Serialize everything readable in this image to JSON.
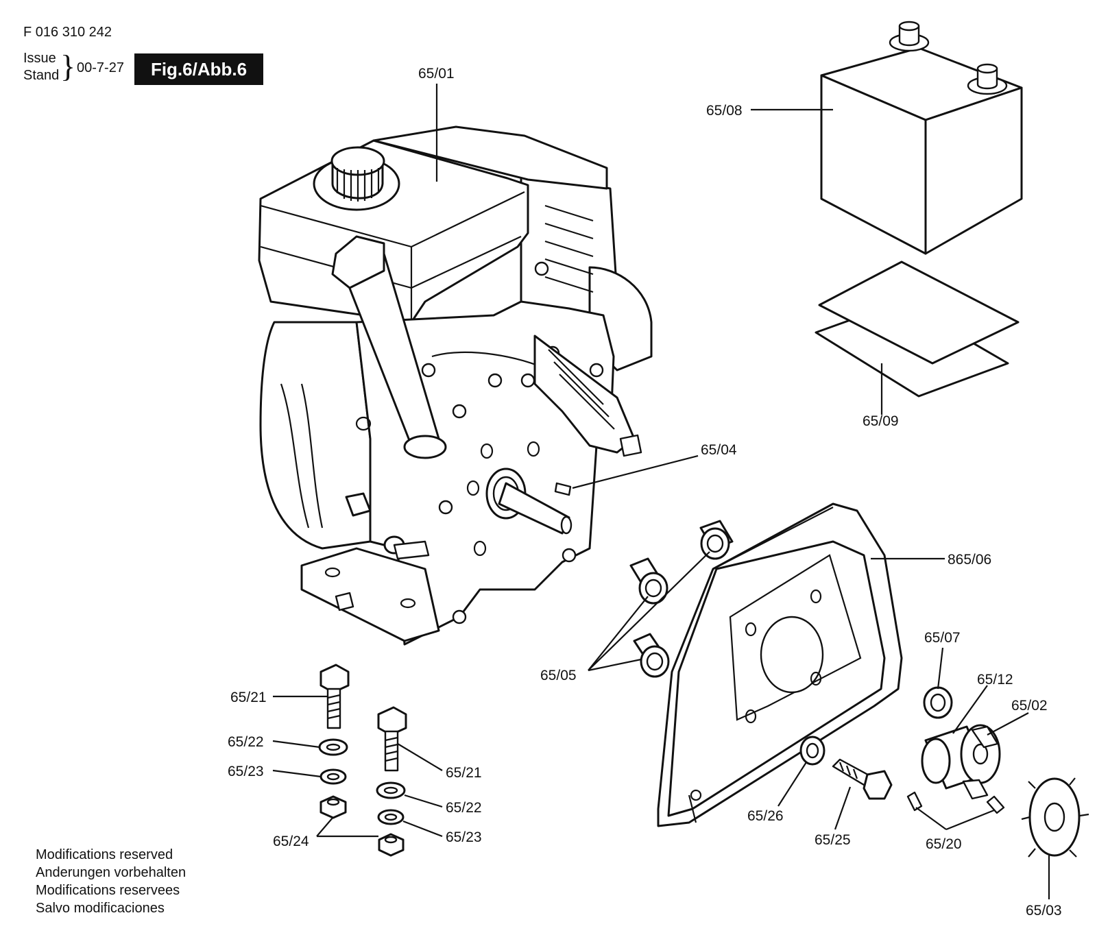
{
  "header": {
    "doc_number": "F 016 310 242",
    "issue_label": "Issue",
    "stand_label": "Stand",
    "issue_date": "00-7-27",
    "figure": "Fig.6/Abb.6"
  },
  "callouts": {
    "c6501": "65/01",
    "c6508": "65/08",
    "c6509": "65/09",
    "c6504": "65/04",
    "c86506": "865/06",
    "c6505": "65/05",
    "c6507": "65/07",
    "c6512": "65/12",
    "c6502": "65/02",
    "c6521a": "65/21",
    "c6522a": "65/22",
    "c6523a": "65/23",
    "c6524": "65/24",
    "c6521b": "65/21",
    "c6522b": "65/22",
    "c6523b": "65/23",
    "c6526": "65/26",
    "c6525": "65/25",
    "c6520": "65/20",
    "c6503": "65/03"
  },
  "footer": {
    "line_en": "Modifications reserved",
    "line_de": "Anderungen vorbehalten",
    "line_fr": "Modifications reservees",
    "line_es": "Salvo modificaciones"
  }
}
